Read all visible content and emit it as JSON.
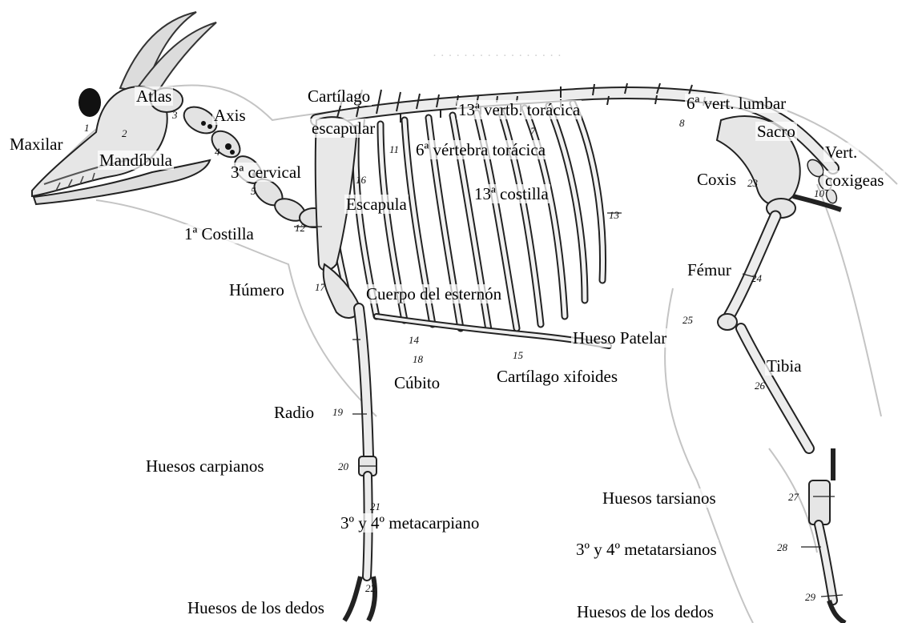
{
  "labels": {
    "maxilar": "Maxilar",
    "mandibula": "Mandíbula",
    "atlas": "Atlas",
    "axis": "Axis",
    "cervical3": "3ª cervical",
    "costilla1": "1ª Costilla",
    "cartilago_escapular_1": "Cartílago",
    "cartilago_escapular_2": "escapular",
    "escapula": "Escapula",
    "vertb_toracica13": "13ª vertb. torácica",
    "vertebra_toracica6": "6ª vértebra torácica",
    "costilla13": "13ª costilla",
    "vert_lumbar6": "6ª vert. lumbar",
    "sacro": "Sacro",
    "vert_coxigeas_1": "Vert.",
    "vert_coxigeas_2": "coxigeas",
    "coxis": "Coxis",
    "femur": "Fémur",
    "humero": "Húmero",
    "cuerpo_esternon": "Cuerpo del esternón",
    "hueso_patelar": "Hueso Patelar",
    "tibia": "Tibia",
    "cubito": "Cúbito",
    "cartilago_xifoides": "Cartílago xifoides",
    "radio": "Radio",
    "huesos_carpianos": "Huesos carpianos",
    "metacarpiano": "3º y 4º metacarpiano",
    "huesos_tarsianos": "Huesos tarsianos",
    "metatarsianos": "3º y 4º metatarsianos",
    "huesos_dedos_1": "Huesos de los dedos",
    "huesos_dedos_2": "Huesos de los dedos"
  },
  "numbers": {
    "n1": "1",
    "n2": "2",
    "n3": "3",
    "n4": "4",
    "n5": "5",
    "n7": "7",
    "n8": "8",
    "n10": "10",
    "n11": "11",
    "n12": "12",
    "n13": "13",
    "n14": "14",
    "n15": "15",
    "n16": "16",
    "n17": "17",
    "n18": "18",
    "n19": "19",
    "n20": "20",
    "n21": "21",
    "n22": "22",
    "n23": "23",
    "n24": "24",
    "n25": "25",
    "n26": "26",
    "n27": "27",
    "n28": "28",
    "n29": "29"
  },
  "colors": {
    "bone_fill": "#ececec",
    "bone_stroke": "#2a2a2a",
    "shadow": "#9a9a9a",
    "outline": "#b5b5b5"
  }
}
